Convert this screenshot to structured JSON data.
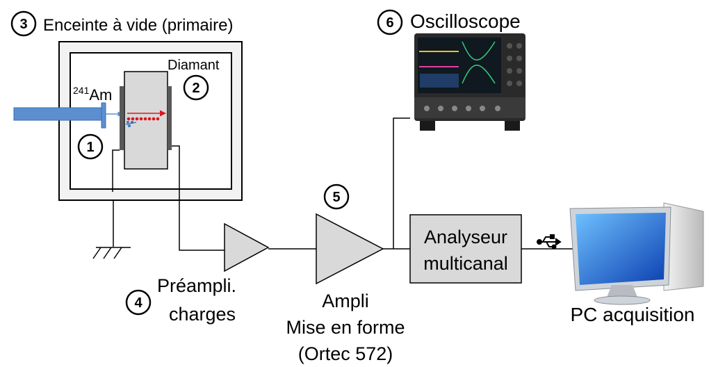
{
  "labels": {
    "chamber": "Enceinte à vide (primaire)",
    "diamond": "Diamant",
    "source_sup": "241",
    "source_base": "Am",
    "oscilloscope": "Oscilloscope",
    "preamp_line1": "Préampli.",
    "preamp_line2": "charges",
    "amp_line1": "Ampli",
    "amp_line2": "Mise en forme",
    "amp_line3": "(Ortec 572)",
    "mca_line1": "Analyseur",
    "mca_line2": "multicanal",
    "pc": "PC acquisition"
  },
  "markers": [
    "1",
    "2",
    "3",
    "4",
    "5",
    "6"
  ],
  "colors": {
    "source_blue": "#5b8fd0",
    "particle_red": "#e0141e",
    "block_fill": "#d9d9d9",
    "chamber_fill": "#f2f2f2"
  },
  "icons": [
    "usb-icon",
    "ground-symbol",
    "oscilloscope-image",
    "computer-image"
  ]
}
